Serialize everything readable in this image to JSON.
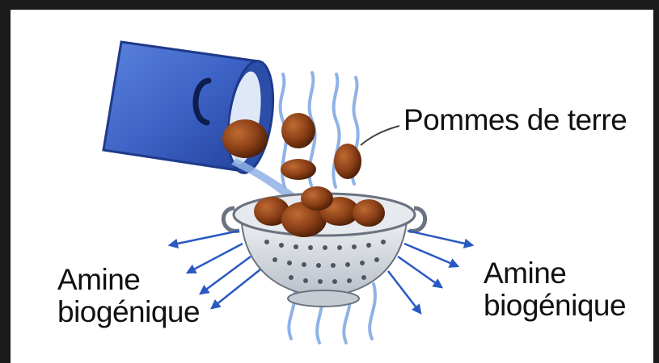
{
  "labels": {
    "potatoes": "Pommes de terre",
    "left_line1": "Amine",
    "left_line2": "biogénique",
    "right_line1": "Amine",
    "right_line2": "biogénique"
  },
  "colors": {
    "pot": "#3d63c6",
    "pot_dark": "#1f3a8a",
    "steam": "#8fb2e6",
    "arrows": "#2a59c2",
    "potato": "#8a3f16",
    "colander": "#d9dde3"
  }
}
